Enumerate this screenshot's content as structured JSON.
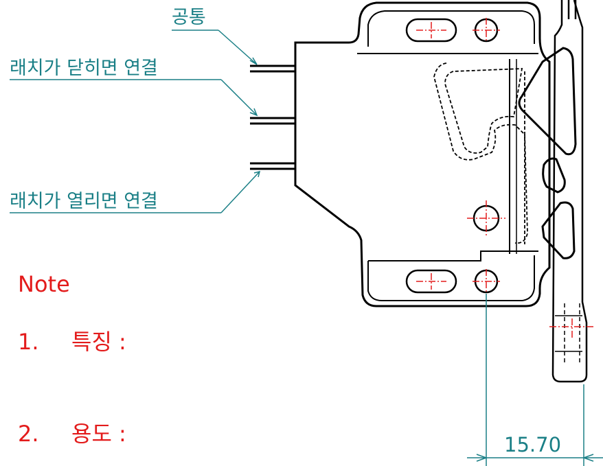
{
  "labels": {
    "common": "공통",
    "latch_closed": "래치가 닫히면 연결",
    "latch_open": "래치가 열리면 연결"
  },
  "notes": {
    "title": "Note",
    "item1_num": "1.",
    "item1_text": "특징 :",
    "item2_num": "2.",
    "item2_text": "용도 :"
  },
  "dimension": {
    "value": "15.70"
  },
  "colors": {
    "outline": "#000000",
    "leader": "#1a7f86",
    "centerline": "#e31b1b",
    "note_text": "#e31b1b"
  }
}
